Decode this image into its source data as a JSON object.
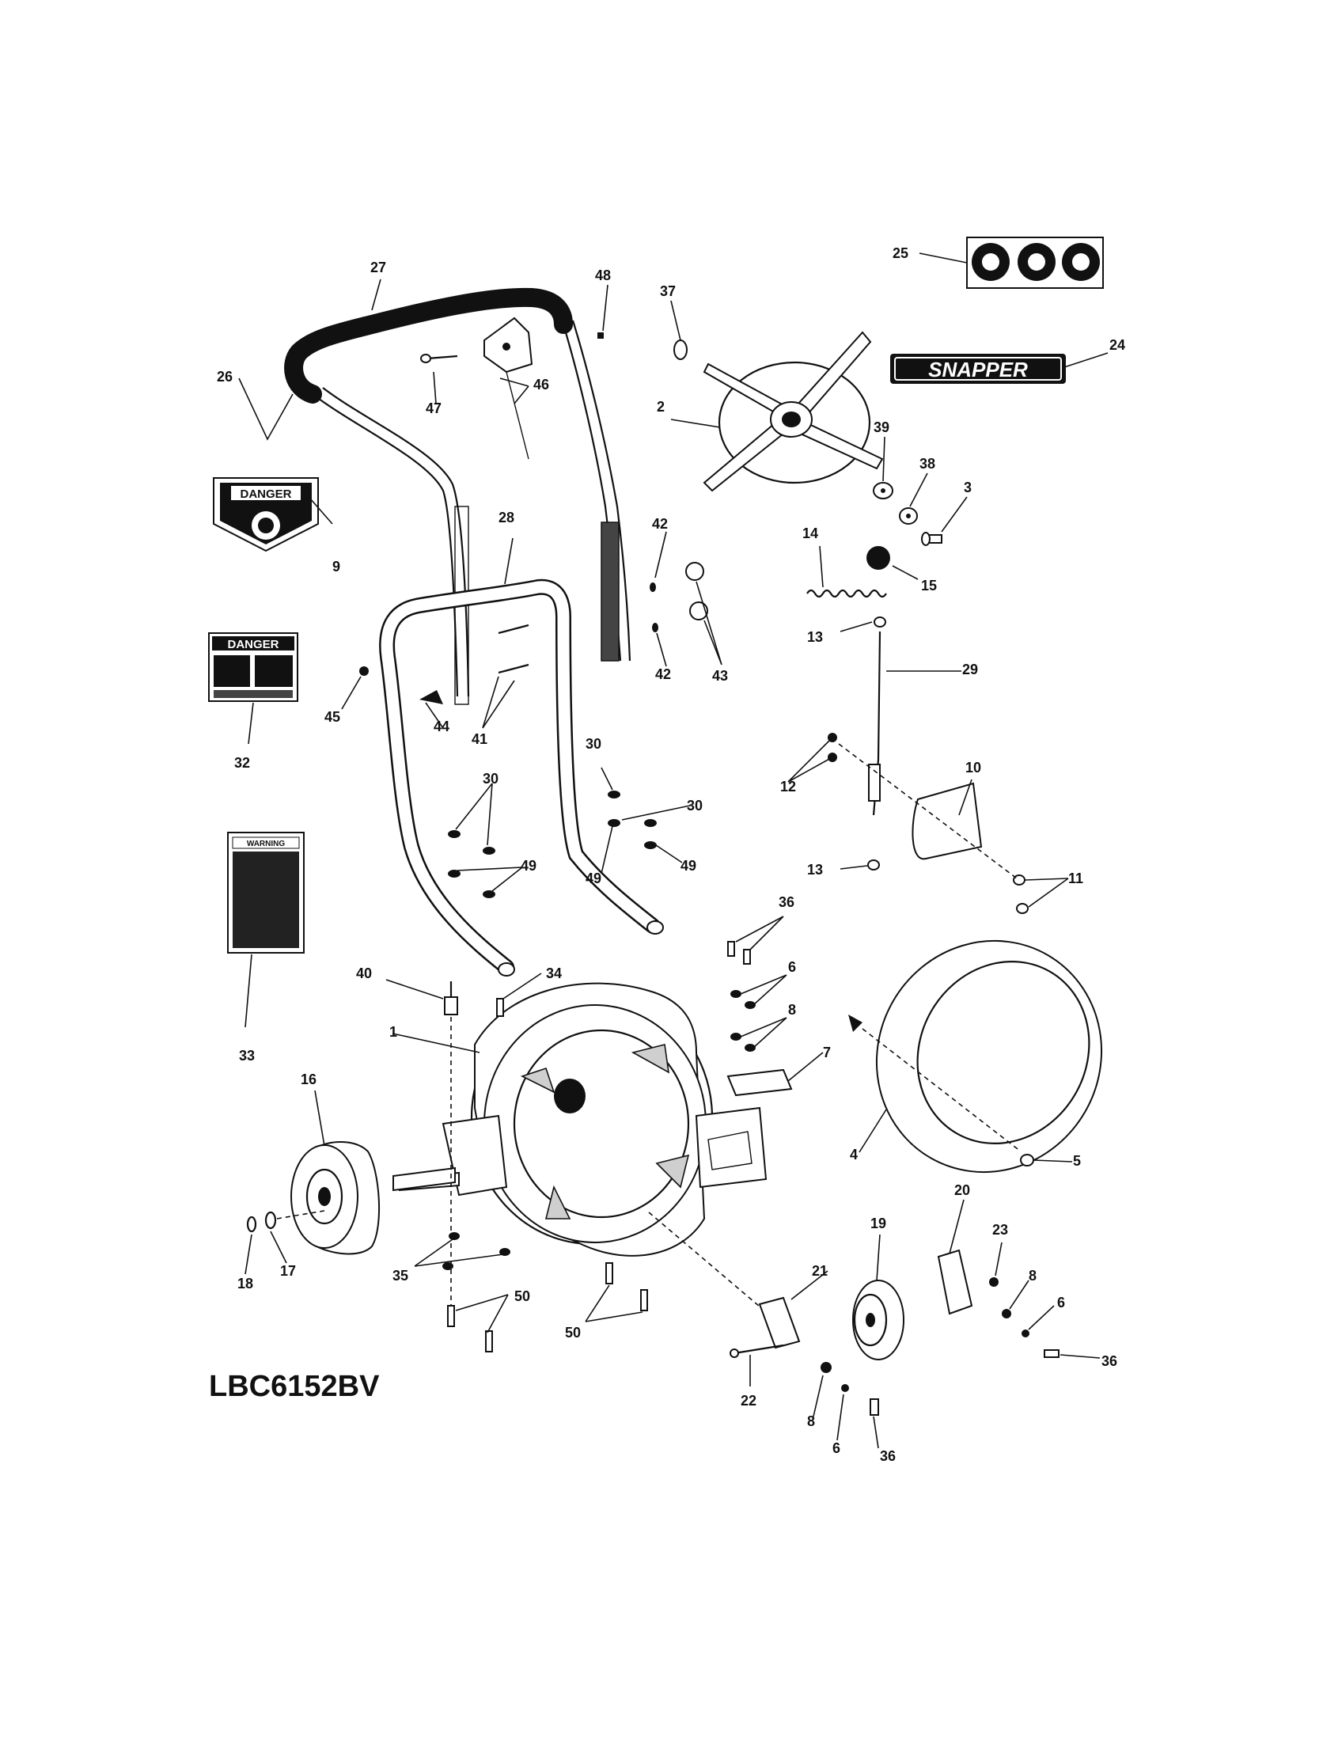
{
  "model_number": "LBC6152BV",
  "decals": {
    "brand": "SNAPPER",
    "danger_1_title": "DANGER",
    "danger_2_title": "DANGER",
    "warning_title": "WARNING"
  },
  "callouts": [
    "1",
    "2",
    "3",
    "4",
    "5",
    "6",
    "7",
    "8",
    "9",
    "10",
    "11",
    "12",
    "13",
    "14",
    "15",
    "16",
    "17",
    "18",
    "19",
    "20",
    "21",
    "22",
    "23",
    "24",
    "25",
    "26",
    "27",
    "28",
    "29",
    "30",
    "32",
    "33",
    "34",
    "35",
    "36",
    "37",
    "38",
    "39",
    "40",
    "41",
    "42",
    "43",
    "44",
    "45",
    "46",
    "47",
    "48",
    "49",
    "50"
  ]
}
